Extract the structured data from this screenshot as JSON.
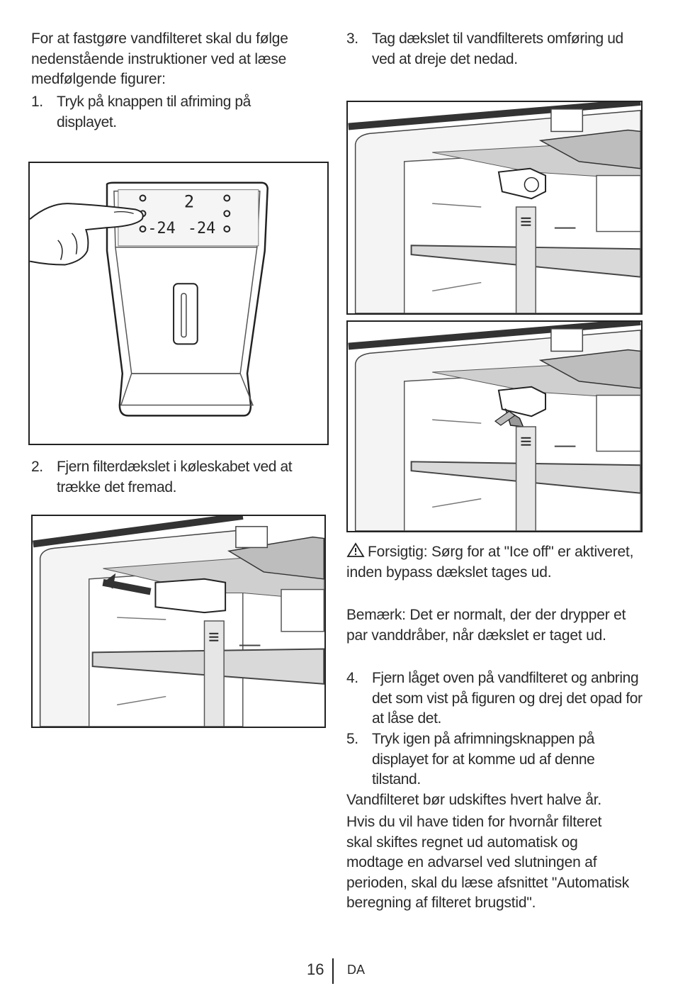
{
  "left": {
    "intro": "For at fastgøre vandfilteret skal du følge nedenstående instruktioner ved at læse medfølgende figurer:",
    "step1_num": "1.",
    "step1_text": "Tryk på knappen til afriming på displayet.",
    "display_top": "2",
    "display_left": "-24",
    "display_right": "-24",
    "step2_num": "2.",
    "step2_text": "Fjern filterdækslet i køleskabet ved at trække det fremad."
  },
  "right": {
    "step3_num": "3.",
    "step3_text": "Tag dækslet til vandfilterets omføring ud ved at dreje det nedad.",
    "caution_icon": "warning-triangle-icon",
    "caution": "Forsigtig: Sørg for at \"Ice off\" er aktiveret, inden bypass dækslet tages ud.",
    "note": "Bemærk: Det er normalt, der der drypper et par vanddråber, når dækslet er taget ud.",
    "step4_num": "4.",
    "step4_text": "Fjern låget oven på vandfilteret og anbring det som vist på figuren og drej det opad for at låse det.",
    "step5_num": "5.",
    "step5_text": "Tryk igen på afrimningsknappen på displayet for at komme ud af denne tilstand.",
    "replace": "Vandfilteret bør udskiftes hvert halve år.",
    "auto": "Hvis du vil have tiden for hvornår filteret skal skiftes regnet ud automatisk og modtage en advarsel ved slutningen af perioden, skal du læse afsnittet \"Automatisk beregning af filteret brugstid\"."
  },
  "footer": {
    "page": "16",
    "lang": "DA"
  }
}
